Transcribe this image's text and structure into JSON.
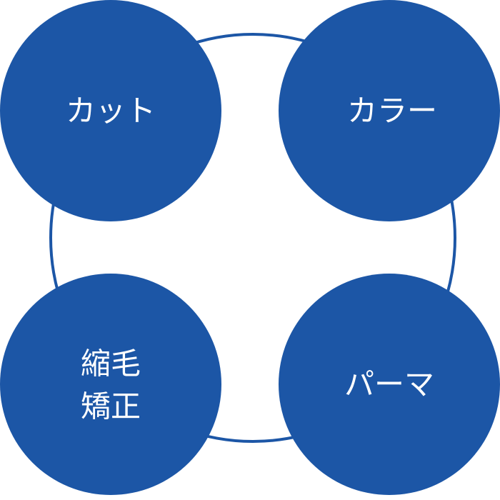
{
  "colors": {
    "node_fill": "#1c56a6",
    "ring_stroke": "#1c56a6",
    "label_text": "#ffffff",
    "background": "#ffffff"
  },
  "nodes": [
    {
      "id": "cut",
      "lines": [
        "カット"
      ]
    },
    {
      "id": "color",
      "lines": [
        "カラー"
      ]
    },
    {
      "id": "straightening",
      "lines": [
        "縮毛",
        "矯正"
      ]
    },
    {
      "id": "perm",
      "lines": [
        "パーマ"
      ]
    }
  ]
}
